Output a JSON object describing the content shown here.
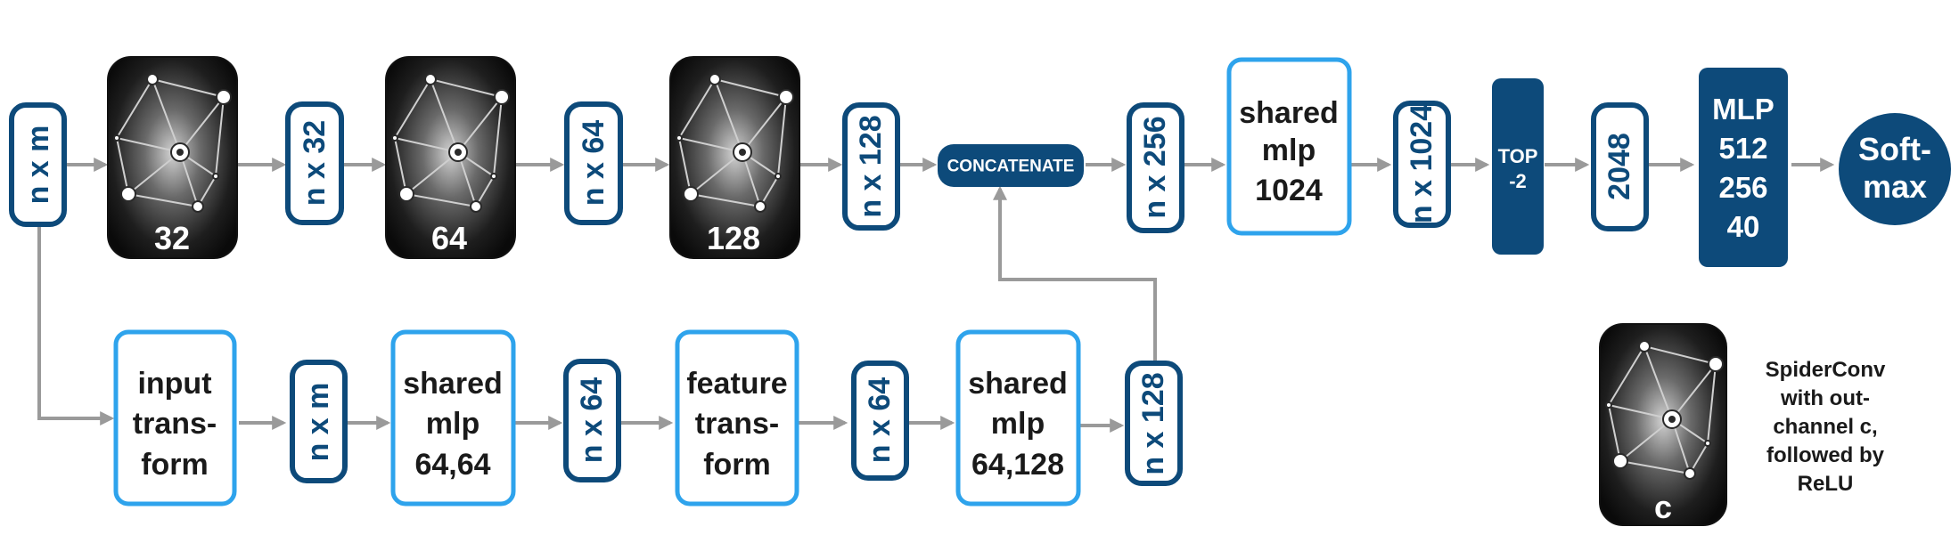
{
  "top_row": {
    "input_dim": "n x m",
    "spider1": "32",
    "dim1": "n x 32",
    "spider2": "64",
    "dim2": "n x 64",
    "spider3": "128",
    "dim3": "n x 128",
    "concatenate": "CONCATENATE",
    "dim4": "n x 256",
    "shared_mlp": [
      "shared",
      "mlp",
      "1024"
    ],
    "dim5": "n x 1024",
    "top": [
      "TOP",
      "-2"
    ],
    "dim6": "2048",
    "mlp": [
      "MLP",
      "512",
      "256",
      "40"
    ],
    "softmax": [
      "Soft-",
      "max"
    ]
  },
  "bottom_row": {
    "input_transform": [
      "input",
      "trans-",
      "form"
    ],
    "dim1": "n x m",
    "shared_mlp1": [
      "shared",
      "mlp",
      "64,64"
    ],
    "dim2": "n x 64",
    "feature_transform": [
      "feature",
      "trans-",
      "form"
    ],
    "dim3": "n x 64",
    "shared_mlp2": [
      "shared",
      "mlp",
      "64,128"
    ],
    "dim4": "n x 128"
  },
  "legend": {
    "label": "c",
    "description": [
      "SpiderConv",
      "with out-",
      "channel c,",
      "followed by",
      "ReLU"
    ]
  },
  "colors": {
    "navy": "#0d4a7a",
    "light_blue": "#2ea3ec",
    "arrow": "#9a9a9a"
  }
}
